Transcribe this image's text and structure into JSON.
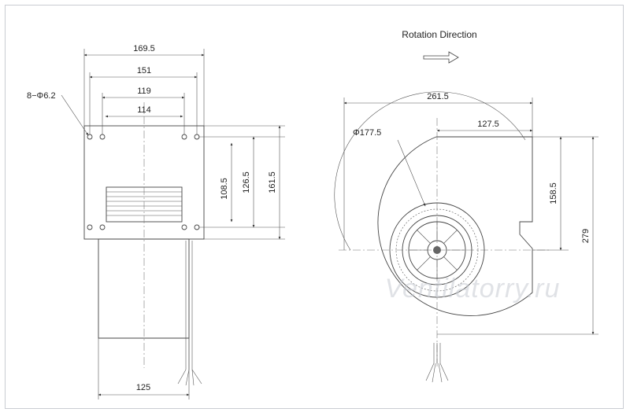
{
  "rotation": {
    "label": "Rotation  Direction"
  },
  "front_view": {
    "width_outer": "169.5",
    "hole_span_1": "151",
    "hole_span_2": "119",
    "hole_span_3": "114",
    "holes_callout": "8−Φ6.2",
    "height_1": "108.5",
    "height_2": "126.5",
    "height_3": "161.5",
    "motor_width": "125"
  },
  "side_view": {
    "overall_width": "261.5",
    "outlet_offset": "127.5",
    "wheel_diameter": "Φ177.5",
    "axis_to_top": "158.5",
    "overall_height": "279"
  },
  "watermark": "Ventilatorry.ru"
}
